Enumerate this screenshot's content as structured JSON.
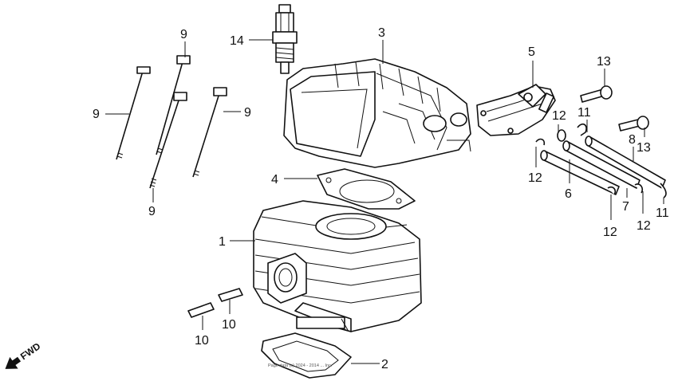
{
  "callouts": [
    {
      "id": "c1",
      "text": "1"
    },
    {
      "id": "c2",
      "text": "2"
    },
    {
      "id": "c3",
      "text": "3"
    },
    {
      "id": "c4",
      "text": "4"
    },
    {
      "id": "c5",
      "text": "5"
    },
    {
      "id": "c6",
      "text": "6"
    },
    {
      "id": "c7",
      "text": "7"
    },
    {
      "id": "c8",
      "text": "8"
    },
    {
      "id": "c9a",
      "text": "9"
    },
    {
      "id": "c9b",
      "text": "9"
    },
    {
      "id": "c9c",
      "text": "9"
    },
    {
      "id": "c9d",
      "text": "9"
    },
    {
      "id": "c10a",
      "text": "10"
    },
    {
      "id": "c10b",
      "text": "10"
    },
    {
      "id": "c11a",
      "text": "11"
    },
    {
      "id": "c11b",
      "text": "11"
    },
    {
      "id": "c12a",
      "text": "12"
    },
    {
      "id": "c12b",
      "text": "12"
    },
    {
      "id": "c12c",
      "text": "12"
    },
    {
      "id": "c12d",
      "text": "12"
    },
    {
      "id": "c13a",
      "text": "13"
    },
    {
      "id": "c13b",
      "text": "13"
    },
    {
      "id": "c14",
      "text": "14"
    }
  ],
  "direction_label": "FWD",
  "copyright_text": "Page data (c) 2024 - 2014 ... Inc."
}
